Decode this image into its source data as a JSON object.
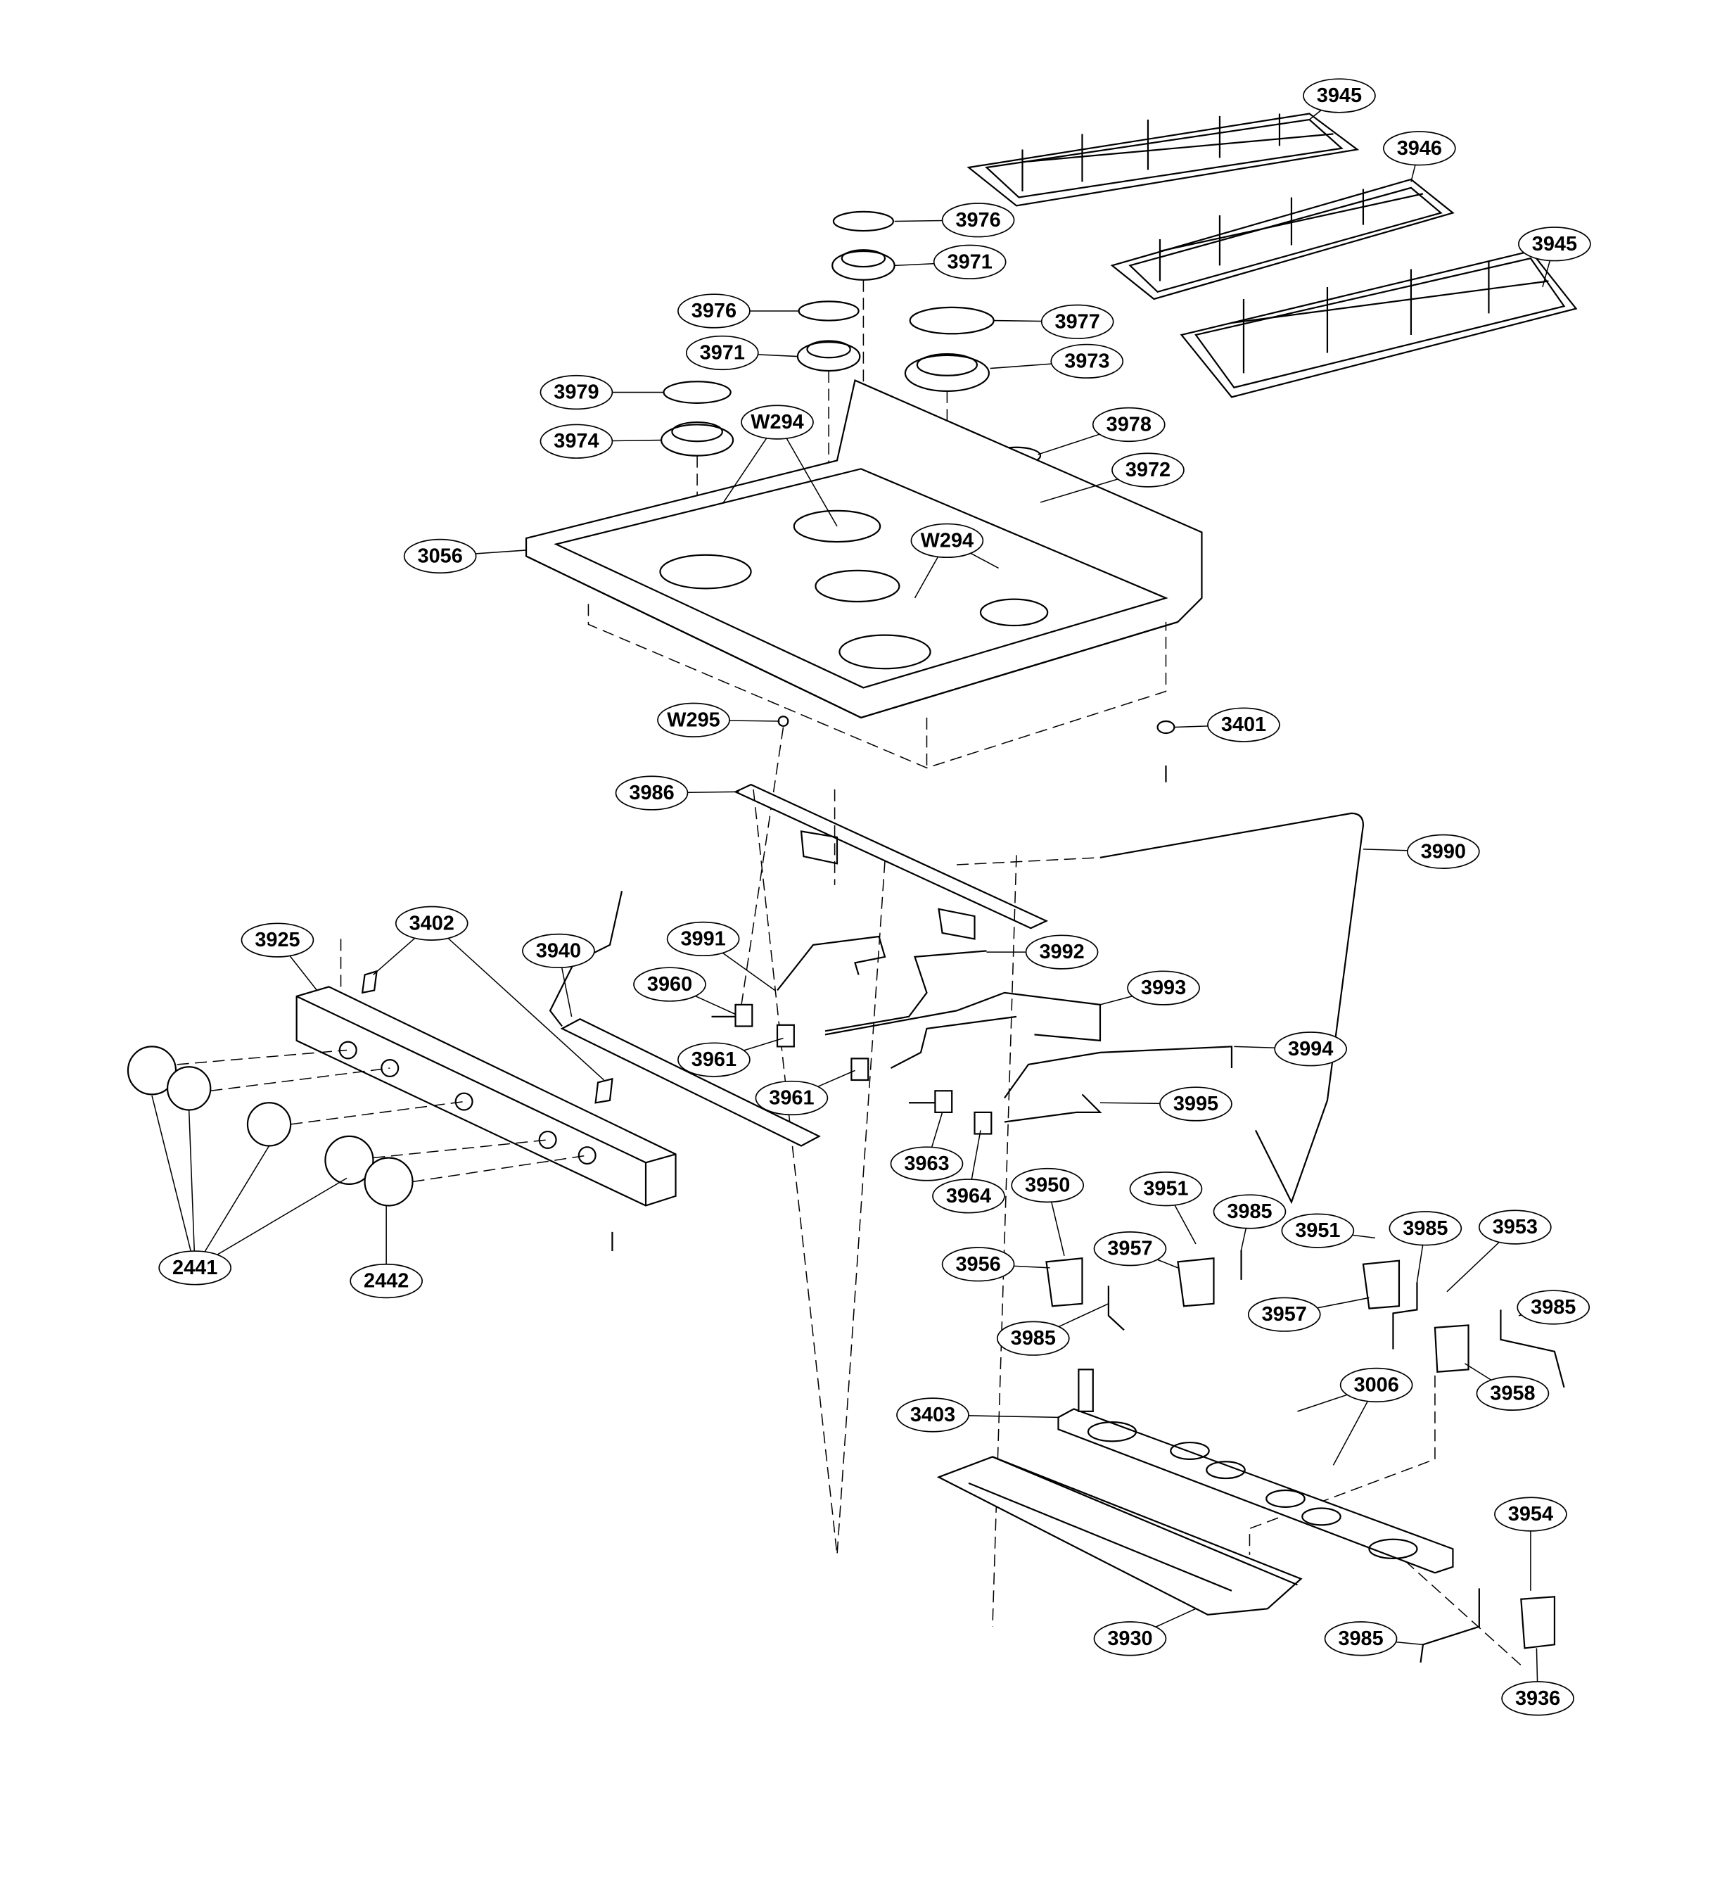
{
  "diagram": {
    "type": "exploded-parts-diagram",
    "callouts": [
      {
        "label": "3945"
      },
      {
        "label": "3946"
      },
      {
        "label": "3976"
      },
      {
        "label": "3971"
      },
      {
        "label": "3976"
      },
      {
        "label": "3977"
      },
      {
        "label": "3971"
      },
      {
        "label": "3973"
      },
      {
        "label": "3945"
      },
      {
        "label": "3979"
      },
      {
        "label": "W294"
      },
      {
        "label": "3978"
      },
      {
        "label": "3974"
      },
      {
        "label": "3972"
      },
      {
        "label": "3056"
      },
      {
        "label": "W294"
      },
      {
        "label": "W295"
      },
      {
        "label": "3401"
      },
      {
        "label": "3986"
      },
      {
        "label": "3990"
      },
      {
        "label": "3402"
      },
      {
        "label": "3925"
      },
      {
        "label": "3940"
      },
      {
        "label": "3991"
      },
      {
        "label": "3992"
      },
      {
        "label": "3960"
      },
      {
        "label": "3993"
      },
      {
        "label": "3961"
      },
      {
        "label": "3994"
      },
      {
        "label": "3961"
      },
      {
        "label": "3995"
      },
      {
        "label": "3963"
      },
      {
        "label": "3964"
      },
      {
        "label": "3950"
      },
      {
        "label": "3951"
      },
      {
        "label": "3985"
      },
      {
        "label": "3951"
      },
      {
        "label": "3985"
      },
      {
        "label": "3953"
      },
      {
        "label": "3956"
      },
      {
        "label": "3957"
      },
      {
        "label": "3957"
      },
      {
        "label": "3985"
      },
      {
        "label": "3985"
      },
      {
        "label": "3958"
      },
      {
        "label": "3006"
      },
      {
        "label": "3403"
      },
      {
        "label": "3954"
      },
      {
        "label": "3930"
      },
      {
        "label": "3985"
      },
      {
        "label": "3936"
      },
      {
        "label": "2441"
      },
      {
        "label": "2442"
      }
    ]
  }
}
